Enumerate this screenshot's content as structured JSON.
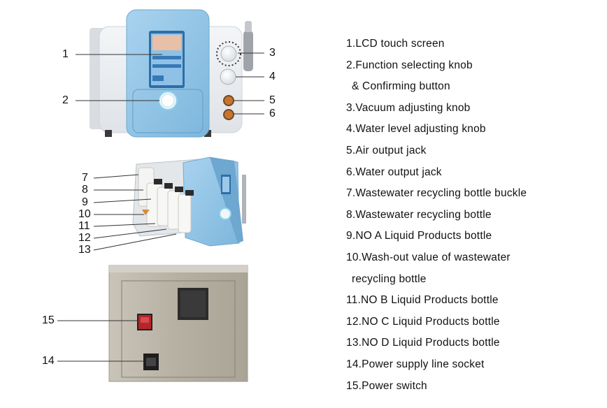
{
  "callouts": [
    "1",
    "2",
    "3",
    "4",
    "5",
    "6",
    "7",
    "8",
    "9",
    "10",
    "11",
    "12",
    "13",
    "14",
    "15"
  ],
  "legend": [
    "1.LCD touch screen",
    "2.Function selecting knob",
    "& Confirming button",
    "3.Vacuum adjusting knob",
    "4.Water level adjusting knob",
    "5.Air output jack",
    "6.Water output jack",
    "7.Wastewater recycling bottle buckle",
    "8.Wastewater recycling bottle",
    "9.NO A Liquid Products bottle",
    "10.Wash-out value of wastewater",
    "recycling bottle",
    "11.NO B Liquid Products bottle",
    "12.NO C Liquid Products bottle",
    "13.NO D Liquid Products bottle",
    "14.Power supply line socket",
    "15.Power switch"
  ],
  "colors": {
    "panel_blue": "#8fc3e6",
    "body_grey": "#e9ecef",
    "metal": "#b7b2a6",
    "text": "#111111"
  }
}
